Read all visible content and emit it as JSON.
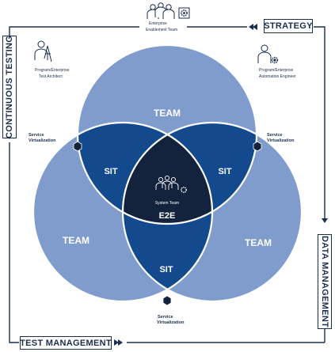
{
  "frame_labels": {
    "strategy": "STRATEGY",
    "continuous_testing": "CONTINUOUS TESTING",
    "data_management": "DATA MANAGEMENT",
    "test_management": "TEST MANAGEMENT"
  },
  "roles": {
    "top": {
      "line1": "Enterprise",
      "line2": "Enablement Team"
    },
    "left": {
      "line1": "Program/Enterprise",
      "line2": "Test Architect"
    },
    "right": {
      "line1": "Program/Enterprise",
      "line2": "Automation Engineer"
    }
  },
  "circles": {
    "top_label": "TEAM",
    "left_label": "TEAM",
    "right_label": "TEAM"
  },
  "overlaps": {
    "left_sit": "SIT",
    "right_sit": "SIT",
    "bottom_sit": "SIT"
  },
  "center": {
    "team": "System Team",
    "label": "E2E"
  },
  "service_virtualization": {
    "left": {
      "line1": "Service",
      "line2": "Virtualization"
    },
    "right": {
      "line1": "Service",
      "line2": "Virtualization"
    },
    "bottom": {
      "line1": "Service",
      "line2": "Virtualization"
    }
  },
  "icons": [
    "people-group-icon",
    "gear-icon",
    "architect-icon",
    "engineer-icon"
  ],
  "colors": {
    "navy": "#1b2e4e",
    "circle_fill": "#7f9ccd",
    "sit_fill": "#134a8d",
    "center_fill": "#13233e",
    "white": "#ffffff"
  }
}
